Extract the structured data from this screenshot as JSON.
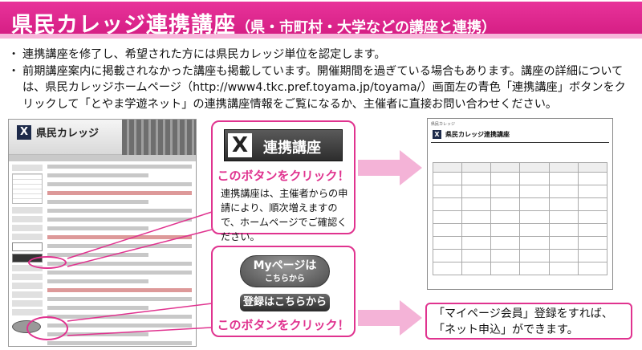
{
  "header": {
    "title": "県民カレッジ連携講座",
    "subtitle": "（県・市町村・大学などの講座と連携）"
  },
  "bullets": [
    "連携講座を修了し、希望された方には県民カレッジ単位を認定します。",
    "前期講座案内に掲載されなかった講座も掲載しています。開催期間を過ぎている場合もあります。講座の詳細については、県民カレッジホームページ（http://www4.tkc.pref.toyama.jp/toyama/）画面左の青色「連携講座」ボタンをクリックして「とやま学遊ネット」の連携講座情報をご覧になるか、主催者に直接お問い合わせください。"
  ],
  "site": {
    "logo_text": "県民カレッジ"
  },
  "callout1": {
    "button_label": "連携講座",
    "click_text": "このボタンをクリック！",
    "body": "連携講座は、主催者からの申請により、順次増えますので、ホームページでご確認ください。"
  },
  "callout2": {
    "mypage_line1": "Myページは",
    "mypage_line2": "こちらから",
    "register_label": "登録はこちらから",
    "click_text": "このボタンをクリック！"
  },
  "page": {
    "crumb": "県民カレッジ",
    "title": "県民カレッジ連携講座"
  },
  "info": {
    "line1": "「マイページ会員」登録をすれば、",
    "line2": "「ネット申込」ができます。"
  },
  "colors": {
    "accent": "#e0338f",
    "arrow": "#f4b3d7"
  },
  "icons": {
    "logo": "college-x-logo-icon",
    "arrow": "arrow-right-icon"
  }
}
